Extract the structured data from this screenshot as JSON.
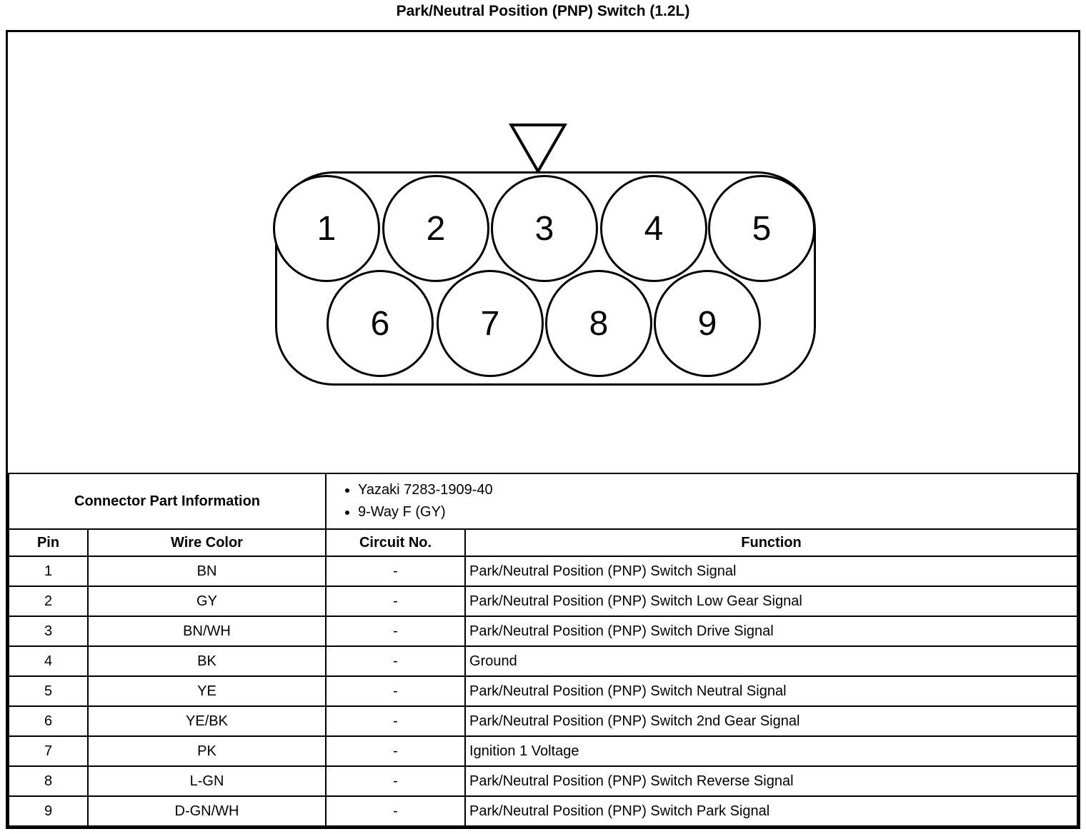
{
  "page_title": "Park/Neutral Position (PNP) Switch (1.2L)",
  "connector": {
    "pins": [
      "1",
      "2",
      "3",
      "4",
      "5",
      "6",
      "7",
      "8",
      "9"
    ]
  },
  "part_info": {
    "label": "Connector Part Information",
    "items": [
      "Yazaki 7283-1909-40",
      "9-Way F (GY)"
    ]
  },
  "table": {
    "headers": [
      "Pin",
      "Wire Color",
      "Circuit No.",
      "Function"
    ],
    "rows": [
      {
        "pin": "1",
        "wire_color": "BN",
        "circuit_no": "-",
        "function": "Park/Neutral Position (PNP) Switch Signal"
      },
      {
        "pin": "2",
        "wire_color": "GY",
        "circuit_no": "-",
        "function": "Park/Neutral Position (PNP) Switch Low Gear Signal"
      },
      {
        "pin": "3",
        "wire_color": "BN/WH",
        "circuit_no": "-",
        "function": "Park/Neutral Position (PNP) Switch Drive Signal"
      },
      {
        "pin": "4",
        "wire_color": "BK",
        "circuit_no": "-",
        "function": "Ground"
      },
      {
        "pin": "5",
        "wire_color": "YE",
        "circuit_no": "-",
        "function": "Park/Neutral Position (PNP) Switch Neutral Signal"
      },
      {
        "pin": "6",
        "wire_color": "YE/BK",
        "circuit_no": "-",
        "function": "Park/Neutral Position (PNP) Switch 2nd Gear Signal"
      },
      {
        "pin": "7",
        "wire_color": "PK",
        "circuit_no": "-",
        "function": "Ignition 1 Voltage"
      },
      {
        "pin": "8",
        "wire_color": "L-GN",
        "circuit_no": "-",
        "function": "Park/Neutral Position (PNP) Switch Reverse Signal"
      },
      {
        "pin": "9",
        "wire_color": "D-GN/WH",
        "circuit_no": "-",
        "function": "Park/Neutral Position (PNP) Switch Park Signal"
      }
    ]
  }
}
